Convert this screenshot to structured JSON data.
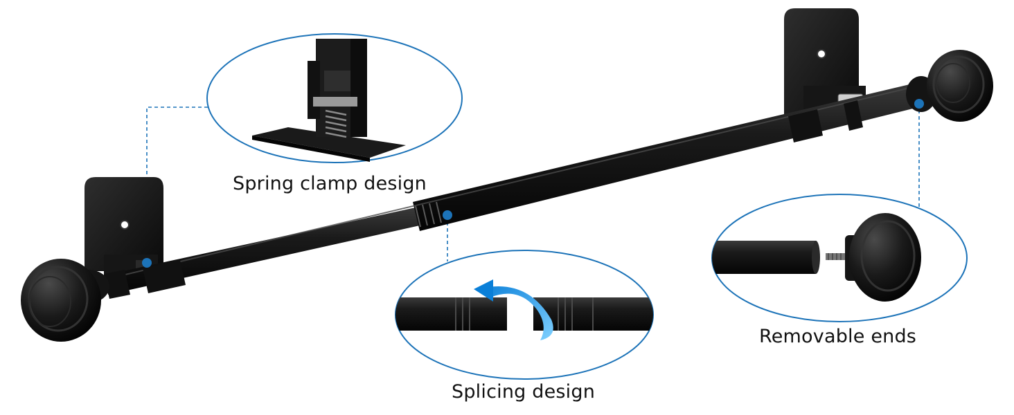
{
  "callouts": {
    "spring_clamp": "Spring clamp design",
    "splicing": "Splicing design",
    "removable_ends": "Removable ends"
  },
  "colors": {
    "accent_blue": "#1c73b8",
    "rod_black": "#121212",
    "background": "#ffffff"
  },
  "icons": [
    "spring-clamp-bracket",
    "splice-joint-arrow",
    "removable-finial"
  ]
}
